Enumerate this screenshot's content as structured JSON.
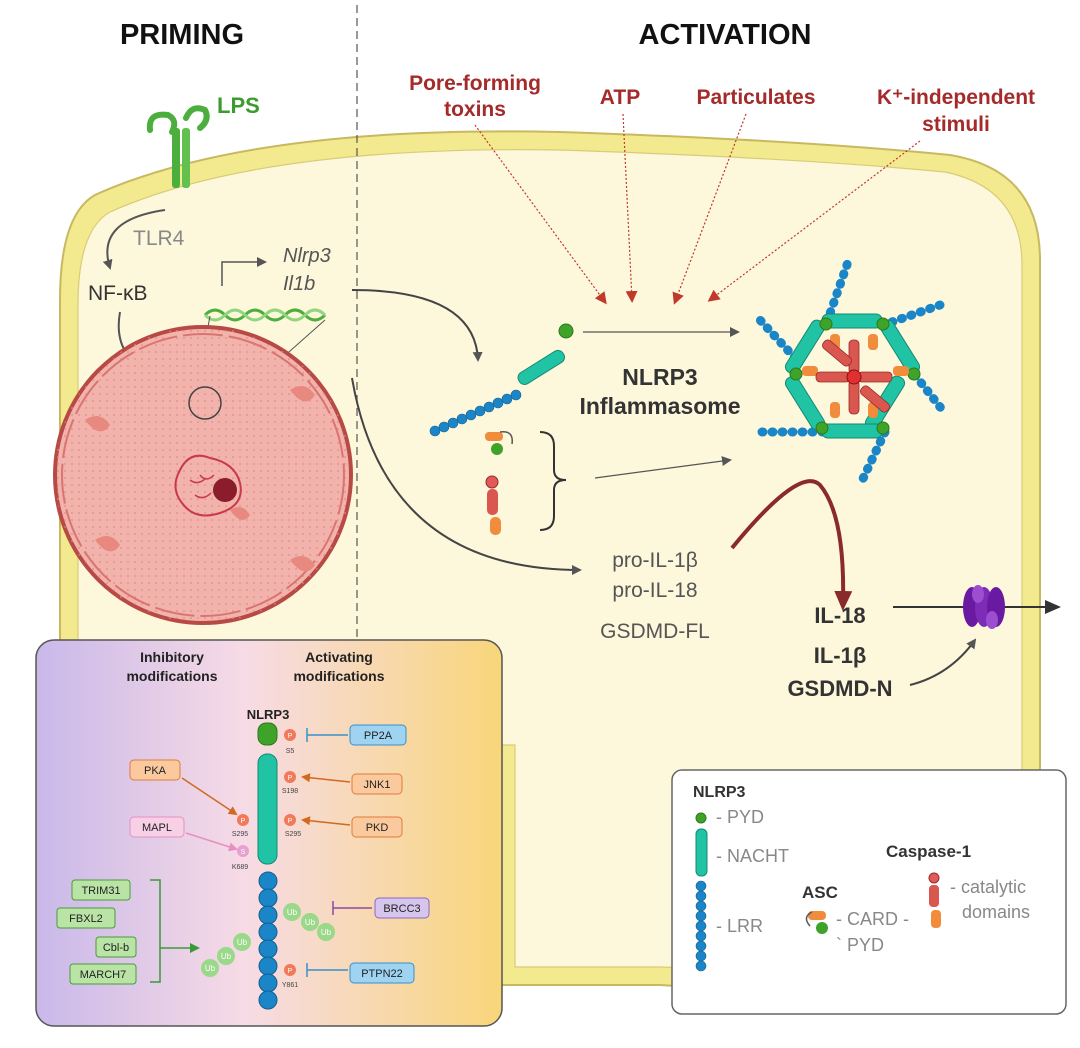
{
  "headers": {
    "priming": "PRIMING",
    "activation": "ACTIVATION"
  },
  "stimuli": {
    "pore_1": "Pore-forming",
    "pore_2": "toxins",
    "atp": "ATP",
    "particulates": "Particulates",
    "kplus_1": "K⁺-independent",
    "kplus_2": "stimuli"
  },
  "priming": {
    "lps": "LPS",
    "tlr4": "TLR4",
    "nfkb": "NF-κB",
    "nlrp3_gene": "Nlrp3",
    "il1b_gene": "Il1b"
  },
  "activation": {
    "inflammasome_1": "NLRP3",
    "inflammasome_2": "Inflammasome",
    "pro_il1b": "pro-IL-1β",
    "pro_il18": "pro-IL-18",
    "gsdmd_fl": "GSDMD-FL",
    "il18": "IL-18",
    "il1b": "IL-1β",
    "gsdmd_n": "GSDMD-N"
  },
  "inset": {
    "inhibitory_1": "Inhibitory",
    "inhibitory_2": "modifications",
    "activating_1": "Activating",
    "activating_2": "modifications",
    "nlrp3": "NLRP3",
    "p": "P",
    "s": "S",
    "ub": "Ub",
    "sites": {
      "s5": "S5",
      "s198": "S198",
      "s295_left": "S295",
      "s295_right": "S295",
      "k689": "K689",
      "y861": "Y861"
    },
    "enzymes": {
      "pp2a": "PP2A",
      "jnk1": "JNK1",
      "pkd": "PKD",
      "brcc3": "BRCC3",
      "ptpn22": "PTPN22",
      "pka": "PKA",
      "mapl": "MAPL",
      "trim31": "TRIM31",
      "fbxl2": "FBXL2",
      "cblb": "Cbl-b",
      "march7": "MARCH7"
    }
  },
  "legend": {
    "title": "NLRP3",
    "pyd": "- PYD",
    "nacht": "- NACHT",
    "lrr": "- LRR",
    "asc": "ASC",
    "card": "- CARD -",
    "asc_pyd": "` PYD",
    "caspase": "Caspase-1",
    "catalytic_1": "- catalytic",
    "catalytic_2": "domains"
  },
  "colors": {
    "membrane": "#f0e68c",
    "cytoplasm": "#fdf8e1",
    "nucleus": "#f2b3ad",
    "nacht": "#20c4a4",
    "lrr": "#1a86c8",
    "pyd": "#3fa32a",
    "red_text": "#a52a2a",
    "purple_pore": "#6a1aa0"
  }
}
